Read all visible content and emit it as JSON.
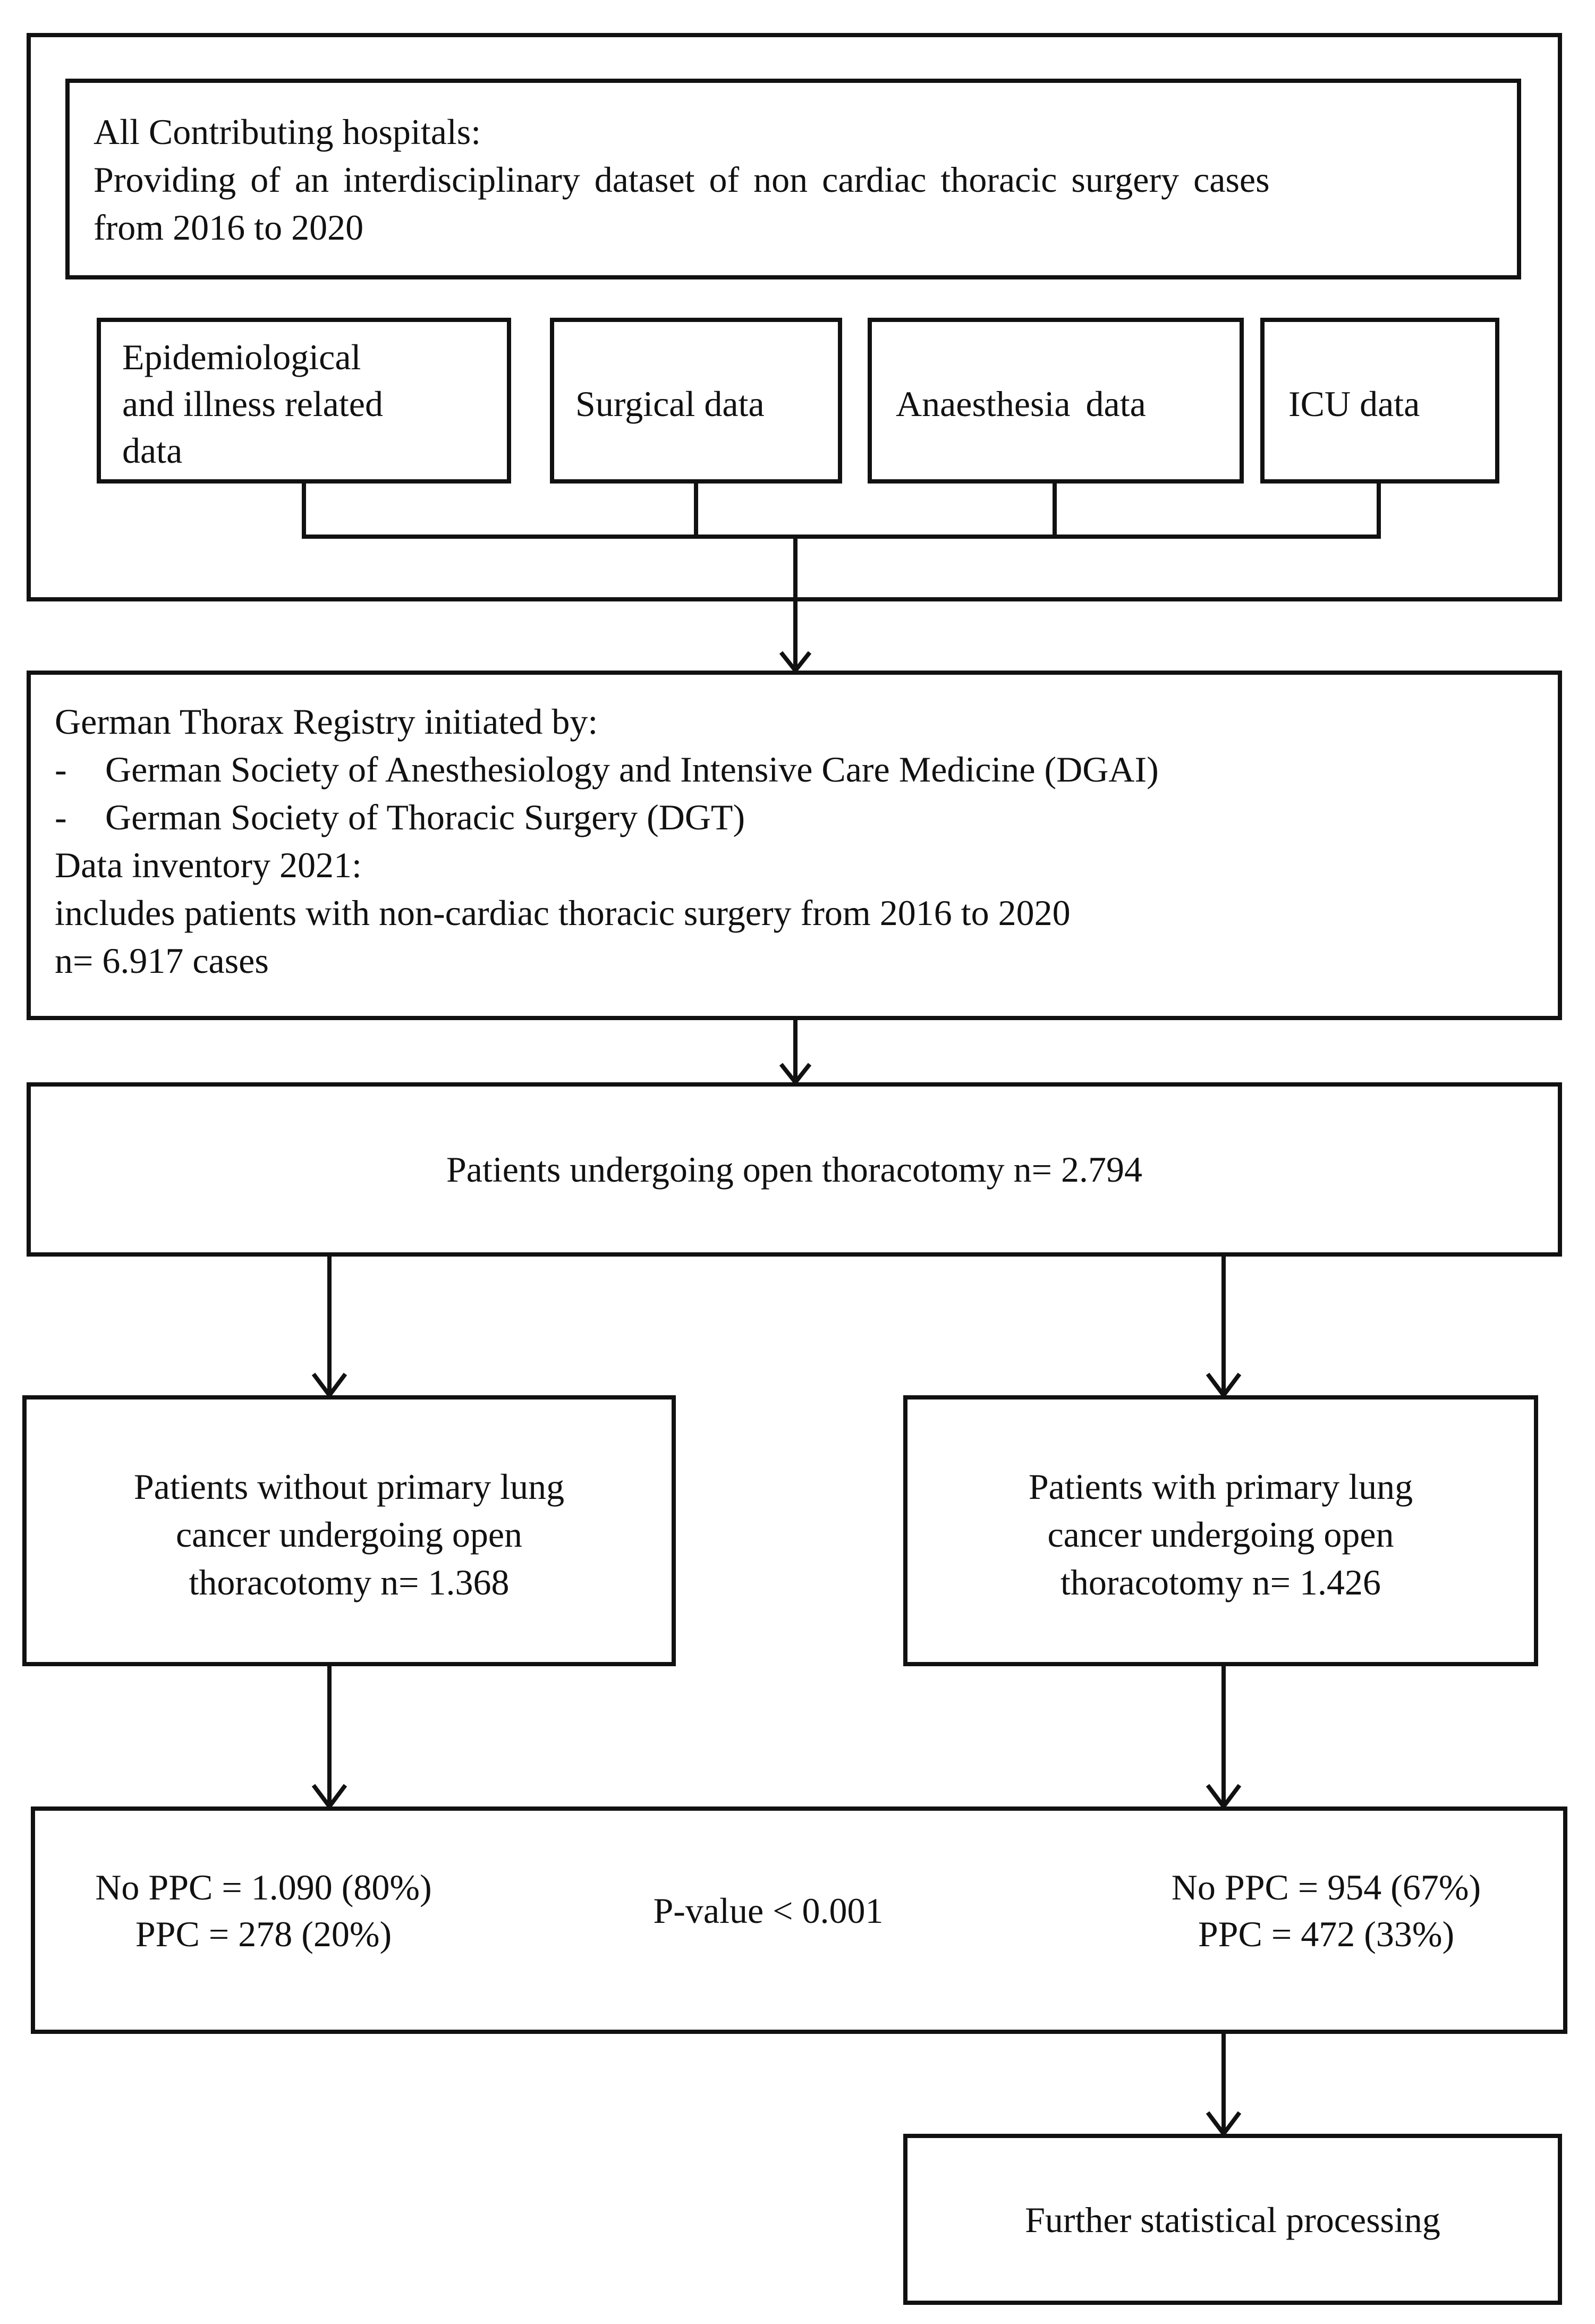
{
  "hospitals": {
    "title": "All Contributing hospitals:",
    "line2": "Providing of an interdisciplinary dataset of non cardiac thoracic surgery cases",
    "line3": "from 2016 to 2020"
  },
  "sources": {
    "epi": [
      "Epidemiological",
      "and illness related",
      "data"
    ],
    "surgical": "Surgical data",
    "anaesthesia": "Anaesthesia data",
    "icu": "ICU data"
  },
  "registry": {
    "line1": "German Thorax Registry initiated by:",
    "bullet_marker": "-",
    "bullet1": "German Society of Anesthesiology and Intensive Care Medicine (DGAI)",
    "bullet2": "German Society of Thoracic Surgery (DGT)",
    "line4": "Data inventory 2021:",
    "line5": "includes patients with non-cardiac thoracic surgery from 2016 to 2020",
    "line6": "n= 6.917 cases"
  },
  "open": {
    "label": "Patients undergoing open thoracotomy n= 2.794"
  },
  "without_cancer": [
    "Patients without primary lung",
    "cancer undergoing open",
    "thoracotomy n= 1.368"
  ],
  "with_cancer": [
    "Patients with primary lung",
    "cancer undergoing open",
    "thoracotomy n= 1.426"
  ],
  "outcomes": {
    "left_nopcc": "No PPC = 1.090 (80%)",
    "left_ppc": "PPC = 278 (20%)",
    "pvalue": "P-value < 0.001",
    "right_nopcc": "No PPC = 954 (67%)",
    "right_ppc": "PPC = 472 (33%)"
  },
  "further": {
    "label": "Further statistical processing"
  }
}
